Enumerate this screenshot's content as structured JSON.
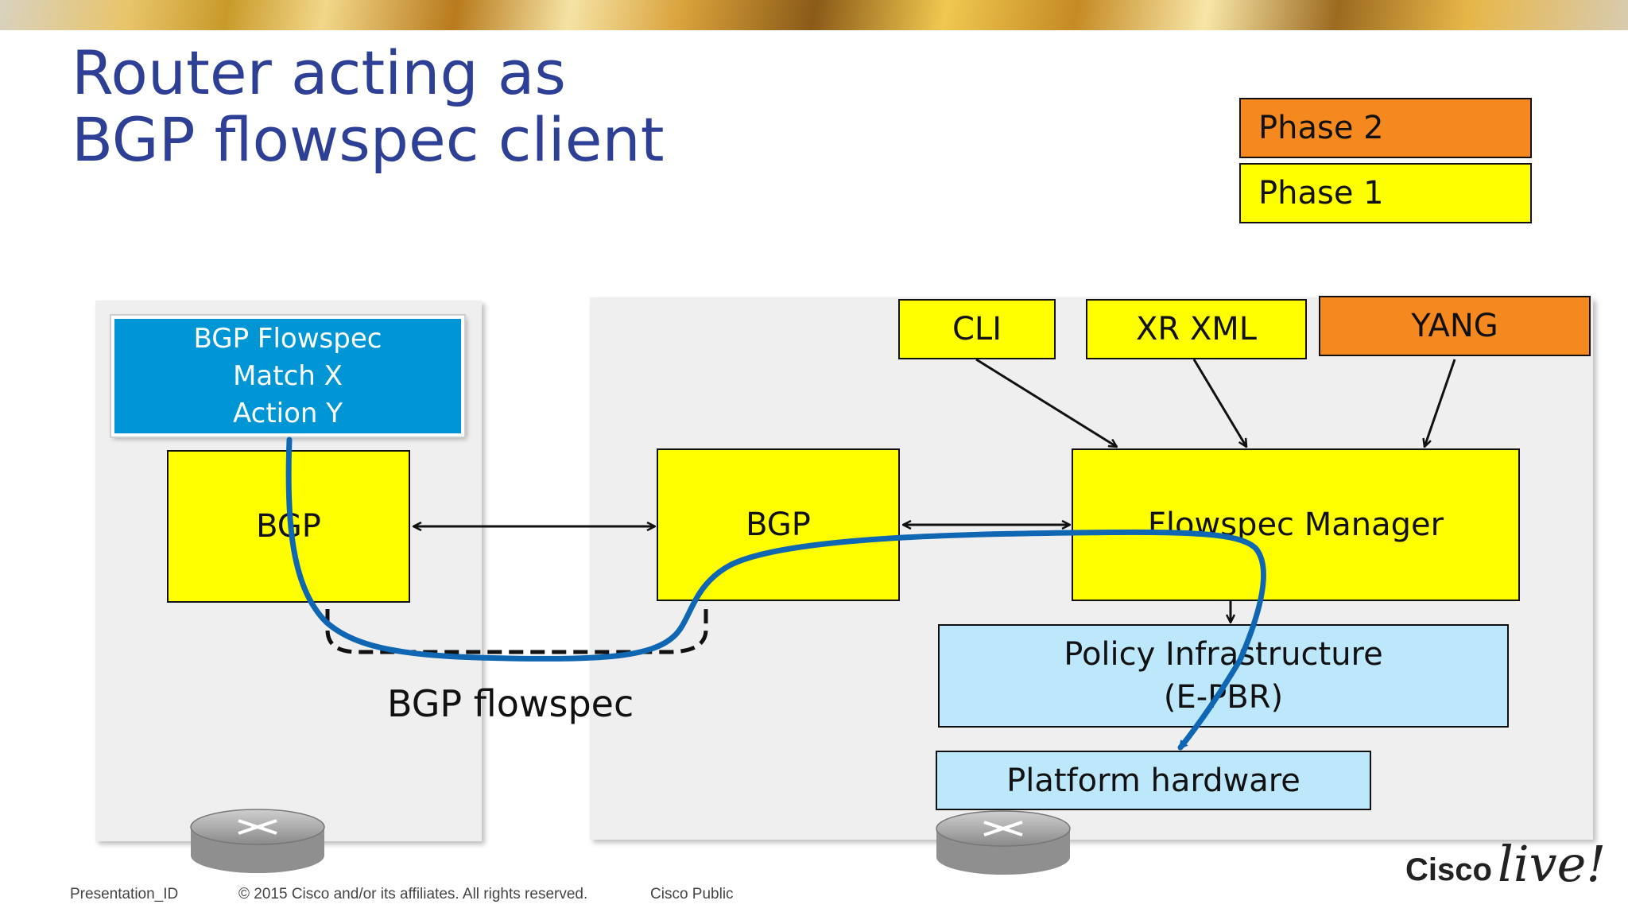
{
  "slide": {
    "title_line1": "Router acting as",
    "title_line2": "BGP flowspec client"
  },
  "legend": {
    "phase2": "Phase 2",
    "phase1": "Phase 1",
    "phase2_color": "#f5891f",
    "phase1_color": "#ffff00"
  },
  "diagram": {
    "flowspec_box": {
      "line1": "BGP Flowspec",
      "line2": "Match X",
      "line3": "Action Y"
    },
    "left_bgp": "BGP",
    "right_bgp": "BGP",
    "cli": "CLI",
    "xr_xml": "XR XML",
    "yang": "YANG",
    "flowspec_manager": "Flowspec Manager",
    "policy_infra_line1": "Policy Infrastructure",
    "policy_infra_line2": "(E-PBR)",
    "platform_hardware": "Platform hardware",
    "session_label": "BGP flowspec"
  },
  "footer": {
    "presentation_id": "Presentation_ID",
    "copyright": "© 2015 Cisco and/or its affiliates. All rights reserved.",
    "classification": "Cisco Public",
    "logo_cisco": "Cisco",
    "logo_live": "live!"
  }
}
